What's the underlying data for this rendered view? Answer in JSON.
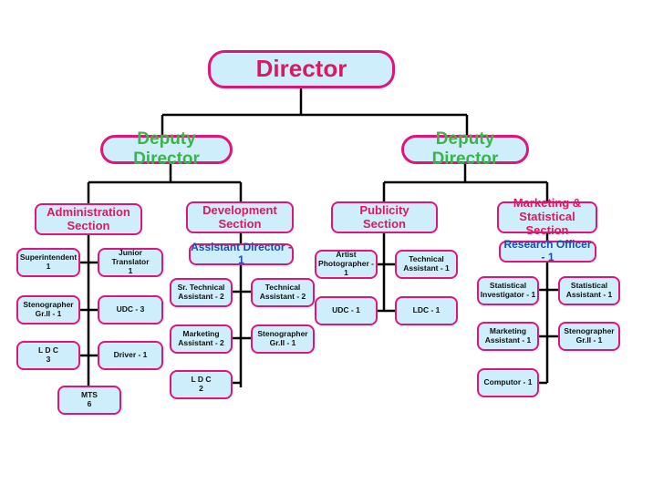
{
  "director": "Director",
  "deputy_left": "Deputy Director",
  "deputy_right": "Deputy Director",
  "sections": {
    "administration": {
      "line1": "Administration",
      "line2": "Section"
    },
    "development": {
      "line1": "Development",
      "line2": "Section"
    },
    "publicity": {
      "line1": "Publicity",
      "line2": "Section"
    },
    "marketing": {
      "line1": "Marketing & Statistical",
      "line2": "Section"
    }
  },
  "officers": {
    "assistant_director": "Assistant Director - 1",
    "research_officer": "Research Officer - 1"
  },
  "administration_posts": [
    {
      "line1": "Superintendent",
      "line2": "1"
    },
    {
      "line1": "Junior Translator",
      "line2": "1"
    },
    {
      "line1": "Stenographer",
      "line2": "Gr.II - 1"
    },
    {
      "line1": "UDC - 3",
      "line2": ""
    },
    {
      "line1": "L D C",
      "line2": "3"
    },
    {
      "line1": "Driver - 1",
      "line2": ""
    },
    {
      "line1": "MTS",
      "line2": "6"
    }
  ],
  "development_posts": [
    {
      "line1": "Sr. Technical",
      "line2": "Assistant - 2"
    },
    {
      "line1": "Technical",
      "line2": "Assistant - 2"
    },
    {
      "line1": "Marketing",
      "line2": "Assistant - 2"
    },
    {
      "line1": "Stenographer",
      "line2": "Gr.II - 1"
    },
    {
      "line1": "L D C",
      "line2": "2"
    }
  ],
  "publicity_posts": [
    {
      "line1": "Artist",
      "line2": "Photographer - 1"
    },
    {
      "line1": "Technical",
      "line2": "Assistant - 1"
    },
    {
      "line1": "UDC - 1",
      "line2": ""
    },
    {
      "line1": "LDC - 1",
      "line2": ""
    }
  ],
  "marketing_posts": [
    {
      "line1": "Statistical",
      "line2": "Investigator - 1"
    },
    {
      "line1": "Statistical",
      "line2": "Assistant - 1"
    },
    {
      "line1": "Marketing",
      "line2": "Assistant - 1"
    },
    {
      "line1": "Stenographer",
      "line2": "Gr.II - 1"
    },
    {
      "line1": "Computor - 1",
      "line2": ""
    }
  ]
}
